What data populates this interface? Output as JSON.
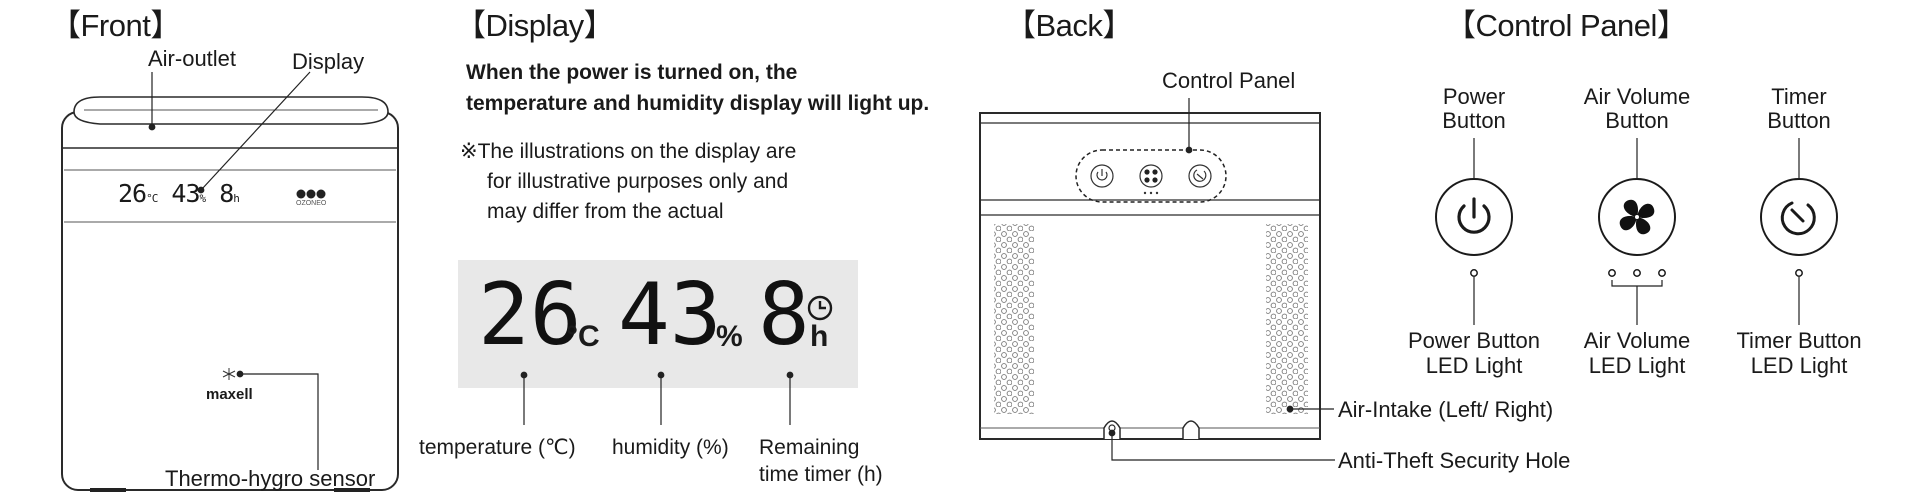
{
  "front": {
    "heading": "【Front】",
    "air_outlet": "Air-outlet",
    "display": "Display",
    "mini_temp": "26",
    "mini_temp_unit": "°C",
    "mini_hum": "43",
    "mini_hum_unit": "%",
    "mini_timer": "8",
    "mini_timer_unit": "h",
    "brand_small": "OZONEO",
    "brand_logo": "maxell",
    "sensor": "Thermo-hygro sensor"
  },
  "display": {
    "heading": "【Display】",
    "note_line1": "When the power is turned on, the",
    "note_line2": "temperature and humidity display will light up.",
    "disclaimer_line1": "※The illustrations on the display are",
    "disclaimer_line2": "for illustrative purposes only and",
    "disclaimer_line3": "may differ from the actual",
    "temp_value": "26",
    "temp_unit": "°C",
    "hum_value": "43",
    "hum_unit": "%",
    "timer_value": "8",
    "timer_unit": "h",
    "label_temperature": "temperature (℃)",
    "label_humidity": "humidity (%)",
    "label_remaining_1": "Remaining",
    "label_remaining_2": "time timer (h)"
  },
  "back": {
    "heading": "【Back】",
    "control_panel": "Control Panel",
    "air_intake": "Air-Intake (Left/ Right)",
    "security_hole": "Anti-Theft Security Hole"
  },
  "control_panel": {
    "heading": "【Control Panel】",
    "power_button_1": "Power",
    "power_button_2": "Button",
    "air_volume_button_1": "Air Volume",
    "air_volume_button_2": "Button",
    "timer_button_1": "Timer",
    "timer_button_2": "Button",
    "power_led_1": "Power Button",
    "power_led_2": "LED Light",
    "air_led_1": "Air Volume",
    "air_led_2": "LED Light",
    "timer_led_1": "Timer Button",
    "timer_led_2": "LED Light"
  }
}
